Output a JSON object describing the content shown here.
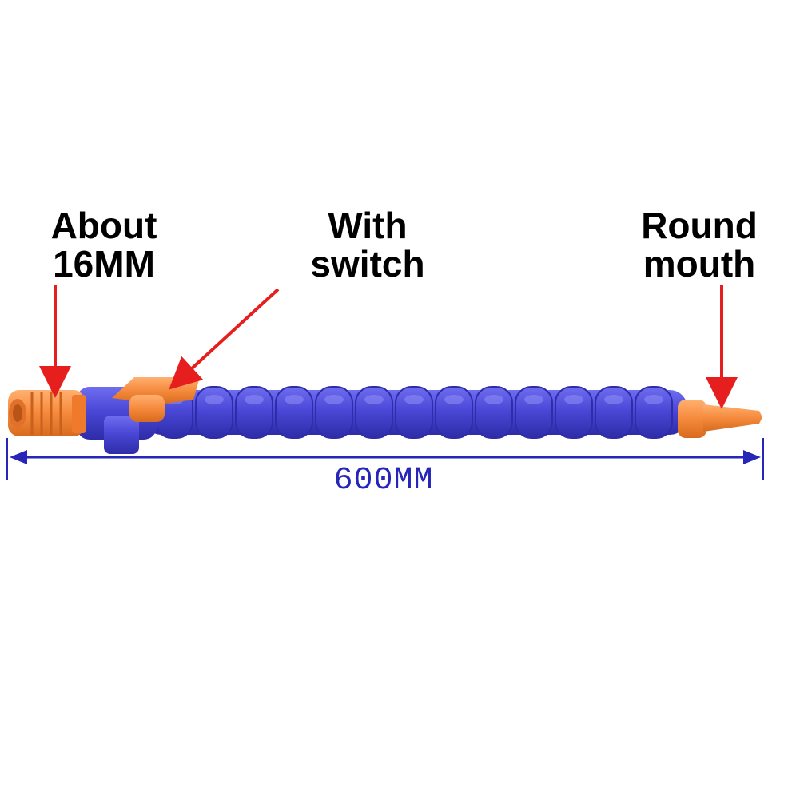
{
  "callouts": {
    "inlet": {
      "line1": "About",
      "line2": "16MM"
    },
    "switch": {
      "line1": "With",
      "line2": "switch"
    },
    "outlet": {
      "line1": "Round",
      "line2": "mouth"
    }
  },
  "dimension": {
    "label": "600MM"
  },
  "colors": {
    "hose_blue": "#4a48d6",
    "fitting_orange": "#f58a3c",
    "arrow_red": "#e61e1e",
    "dimension_blue": "#2626b8"
  }
}
